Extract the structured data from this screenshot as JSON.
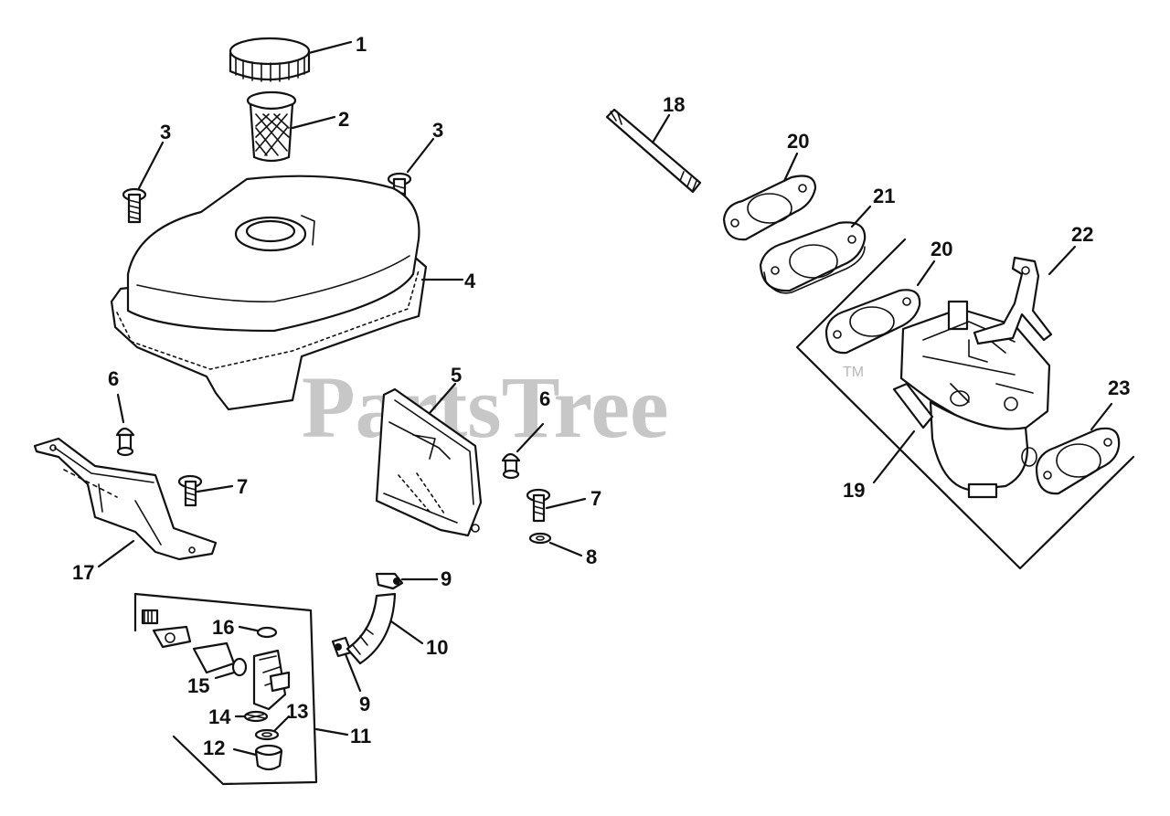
{
  "watermark": {
    "text": "PartsTree",
    "trademark": "TM"
  },
  "callouts": [
    "1",
    "2",
    "3",
    "3",
    "4",
    "5",
    "6",
    "6",
    "7",
    "7",
    "8",
    "9",
    "9",
    "10",
    "11",
    "12",
    "13",
    "14",
    "15",
    "16",
    "17",
    "18",
    "19",
    "20",
    "20",
    "21",
    "22",
    "23"
  ]
}
